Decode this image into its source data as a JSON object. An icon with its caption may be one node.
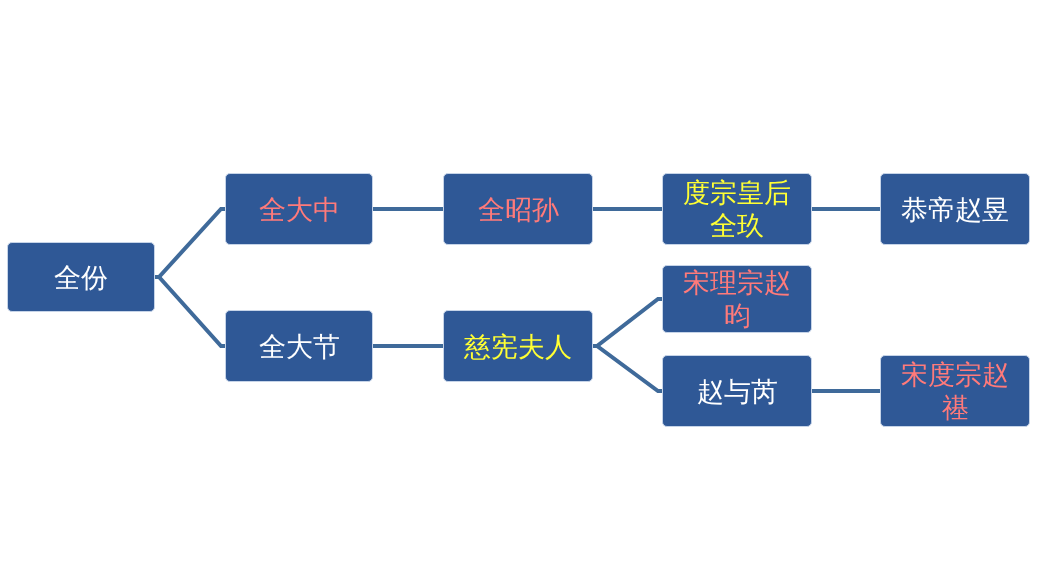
{
  "diagram": {
    "nodes": [
      {
        "text": [
          "全份"
        ]
      },
      {
        "text": [
          "全大中"
        ]
      },
      {
        "text": [
          "全大节"
        ]
      },
      {
        "text": [
          "全昭孙"
        ]
      },
      {
        "text": [
          "慈宪夫人"
        ]
      },
      {
        "text": [
          "度宗皇后全玖"
        ]
      },
      {
        "text": [
          "宋理宗赵昀"
        ]
      },
      {
        "text": [
          "赵与芮"
        ]
      },
      {
        "text": [
          "恭帝赵昱"
        ]
      },
      {
        "text": [
          "宋度宗赵禥"
        ]
      }
    ],
    "edges": [
      {
        "from": 0,
        "to": 1,
        "arrow": "none"
      },
      {
        "from": 0,
        "to": 2,
        "arrow": "none"
      },
      {
        "from": 1,
        "to": 3,
        "arrow": "none"
      },
      {
        "from": 3,
        "to": 5,
        "arrow": "none"
      },
      {
        "from": 5,
        "to": 8,
        "arrow": "none"
      },
      {
        "from": 2,
        "to": 4,
        "arrow": "none"
      },
      {
        "from": 4,
        "to": 6,
        "arrow": "none"
      },
      {
        "from": 4,
        "to": 7,
        "arrow": "none"
      },
      {
        "from": 7,
        "to": 9,
        "arrow": "none"
      }
    ]
  }
}
